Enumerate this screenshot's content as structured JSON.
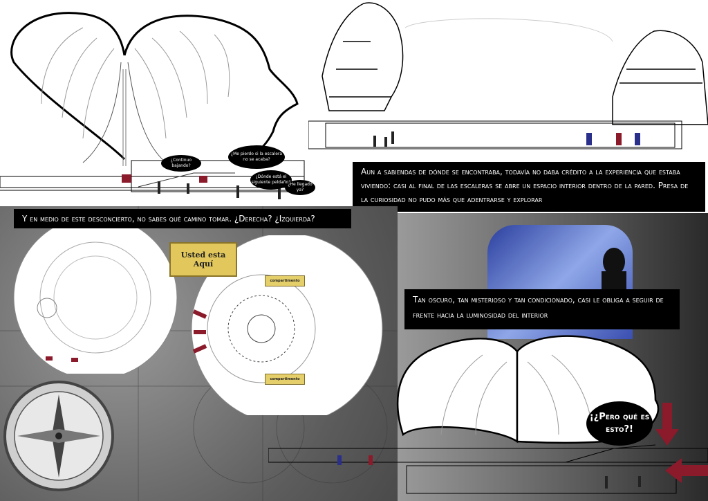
{
  "captions": {
    "top_right": "Aun a sabiendas de dónde se encontraba, todavía no daba crédito a la experiencia que estaba viviendo: casi al final de las escaleras se abre un espacio interior dentro de la pared. Presa de la curiosidad no pudo más que adentrarse y explorar",
    "middle_left": "Y en medio de este desconcierto, no sabes qué camino tomar. ¿Derecha? ¿Izquierda?",
    "middle_right": "Tan oscuro, tan misterioso y tan condicionado, casi le obliga a seguir de frente hacia la luminosidad del interior"
  },
  "bubbles": {
    "b1": "¿Continuo bajando?",
    "b2": "¿Me pierdo si la escalera no se acaba?",
    "b3": "¿Dónde está el siguiente peldaño?",
    "b4": "¿He llegado ya?",
    "big": "¡¿Pero qué es esto?!"
  },
  "plan": {
    "you_are_here_line1": "Usted esta",
    "you_are_here_line2": "Aquí",
    "compartment_top": "compartimento",
    "compartment_bottom": "compartimento"
  },
  "colors": {
    "accent": "#8b1a2b",
    "caption_bg": "#000000",
    "scroll": "#e2c85c"
  }
}
